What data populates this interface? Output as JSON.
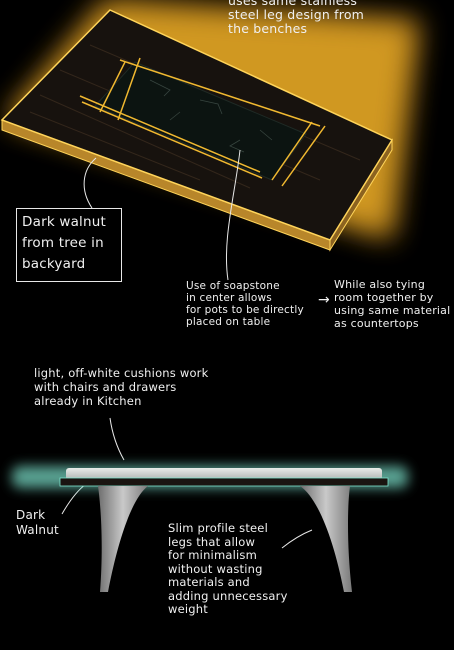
{
  "annotations": {
    "legs_top": "uses same stainless\nsteel leg design from\nthe benches",
    "walnut_top": "Dark walnut\nfrom tree in\nbackyard",
    "soapstone": "Use of soapstone\nin center allows\nfor pots to be directly\nplaced on table",
    "tying": "While also tying\nroom together by\nusing same material\nas countertops",
    "cushions": "light, off-white cushions work\nwith chairs and drawers\nalready in Kitchen",
    "walnut_side": "Dark\nWalnut",
    "slim_legs": "Slim profile steel\nlegs that allow\nfor minimalism\nwithout wasting\nmaterials and\nadding unnecessary\nweight"
  },
  "arrow_symbol": "→",
  "colors": {
    "background": "#000000",
    "glow_top": "#f5a623",
    "glow_side": "#7fe6d0",
    "walnut": "#1a1410",
    "soapstone": "#0d1512",
    "steel": "#9a9a9a"
  }
}
